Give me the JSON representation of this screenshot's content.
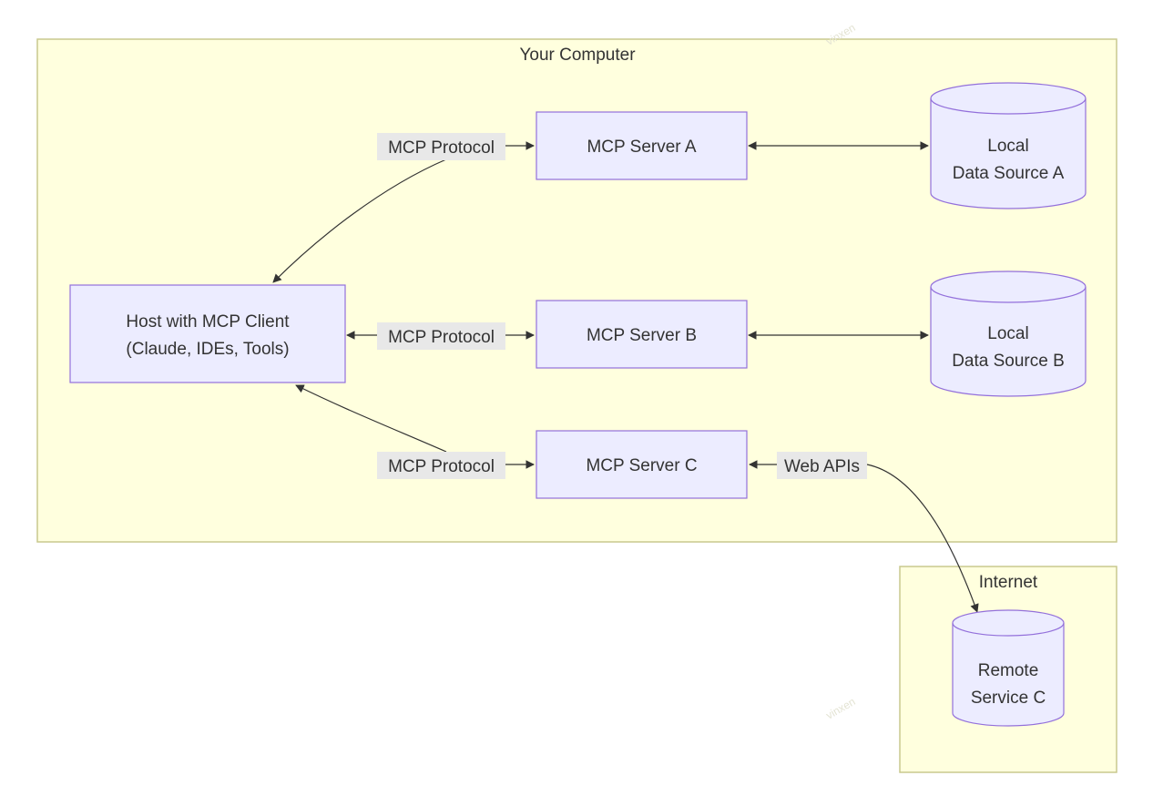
{
  "clusters": {
    "computer": "Your Computer",
    "internet": "Internet"
  },
  "nodes": {
    "host": [
      "Host with MCP Client",
      "(Claude, IDEs, Tools)"
    ],
    "server_a": "MCP Server A",
    "server_b": "MCP Server B",
    "server_c": "MCP Server C",
    "data_a": [
      "Local",
      "Data Source A"
    ],
    "data_b": [
      "Local",
      "Data Source B"
    ],
    "remote_c": [
      "Remote",
      "Service C"
    ]
  },
  "edges": {
    "host_a": "MCP Protocol",
    "host_b": "MCP Protocol",
    "host_c": "MCP Protocol",
    "c_remote": "Web APIs"
  },
  "watermark": "vinxen",
  "colors": {
    "cluster_fill": "#ffffde",
    "cluster_stroke": "#c9c98e",
    "node_fill": "#ececff",
    "node_stroke": "#9370db",
    "edge": "#333333",
    "edge_label_bg": "#e8e8e8"
  }
}
